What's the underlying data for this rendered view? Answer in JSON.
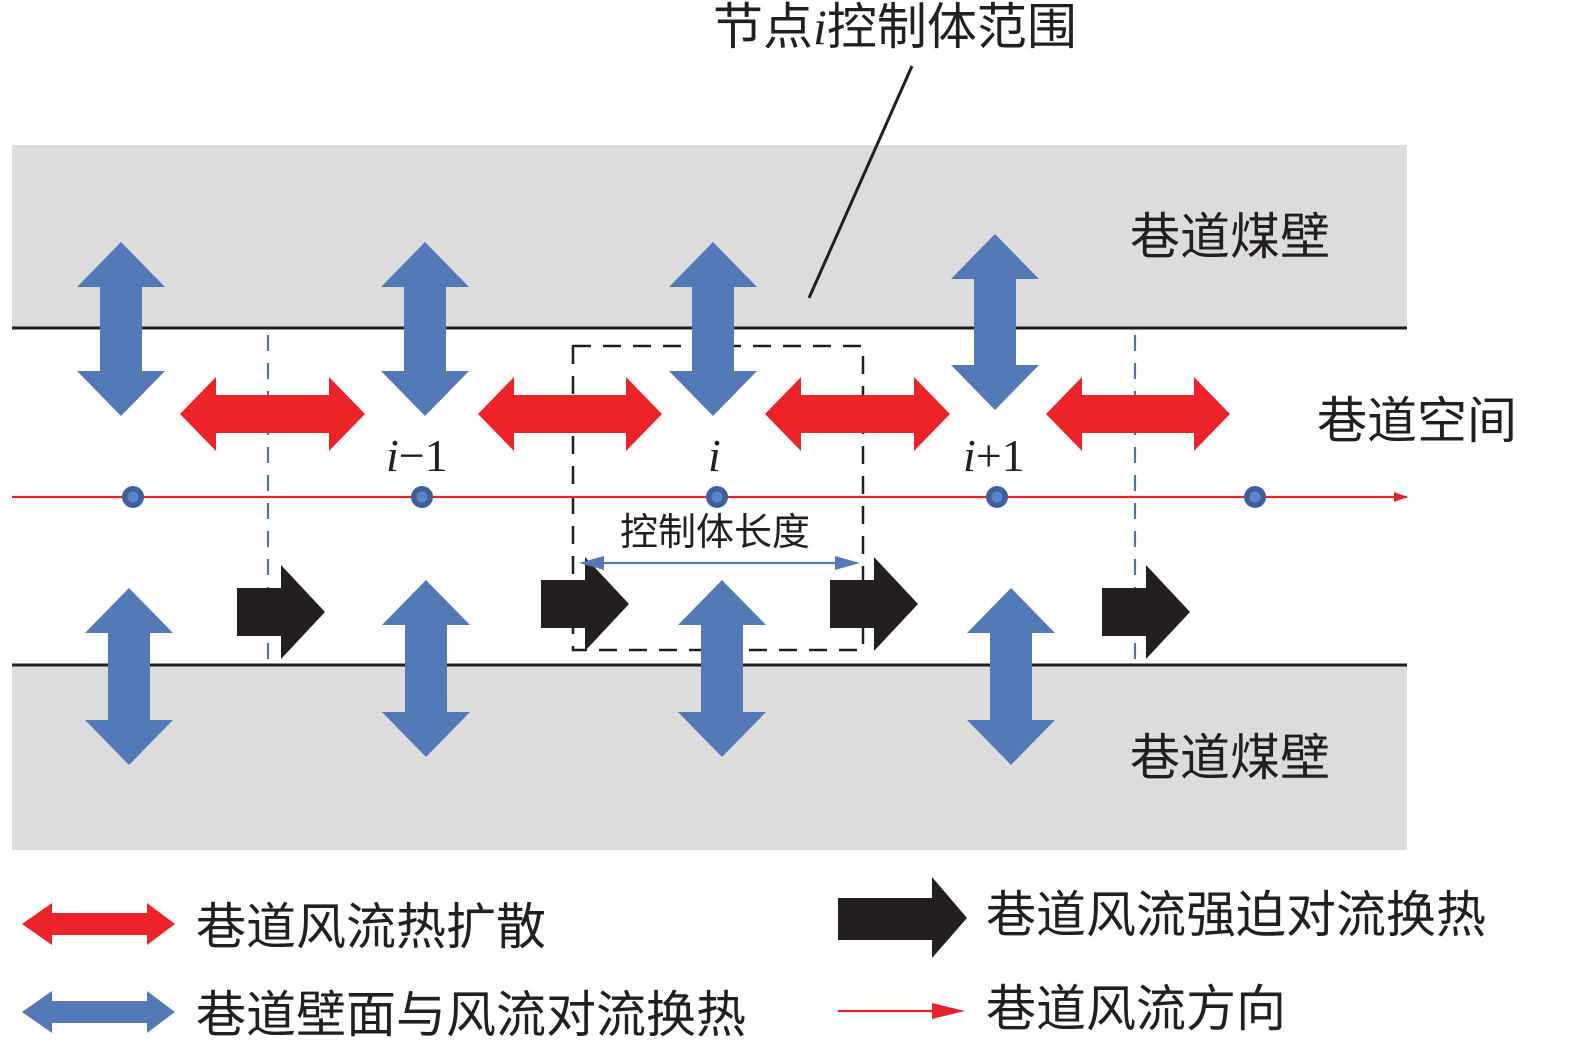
{
  "title_callout": {
    "label": "节点i控制体范围",
    "prefix": "节点",
    "var": "i",
    "suffix": "控制体范围"
  },
  "regions": {
    "top_wall_label": "巷道煤壁",
    "bottom_wall_label": "巷道煤壁",
    "space_label": "巷道空间"
  },
  "nodes": [
    {
      "id": "n0",
      "label": ""
    },
    {
      "id": "n1",
      "label_var": "i",
      "label_op": "−1"
    },
    {
      "id": "n2",
      "label_var": "i",
      "label_op": ""
    },
    {
      "id": "n3",
      "label_var": "i",
      "label_op": "+1"
    },
    {
      "id": "n4",
      "label": ""
    }
  ],
  "control_volume": {
    "length_label": "控制体长度"
  },
  "colors": {
    "wall_fill": "#dcdcdd",
    "wall_line": "#231f20",
    "diffusion_red": "#ec2329",
    "convection_blue": "#537ab6",
    "forced_black": "#231f20",
    "flow_line_red": "#e3252b",
    "node_fill": "#3f5f9c",
    "node_inner": "#5b86c4",
    "dashed_blue": "#4f73ac",
    "dashed_black": "#231f20"
  },
  "legend": [
    {
      "icon": "red-double-arrow-icon",
      "label": "巷道风流热扩散"
    },
    {
      "icon": "blue-double-arrow-icon",
      "label": "巷道壁面与风流对流换热"
    },
    {
      "icon": "black-right-arrow-icon",
      "label": "巷道风流强迫对流换热"
    },
    {
      "icon": "red-thin-arrow-icon",
      "label": "巷道风流方向"
    }
  ]
}
